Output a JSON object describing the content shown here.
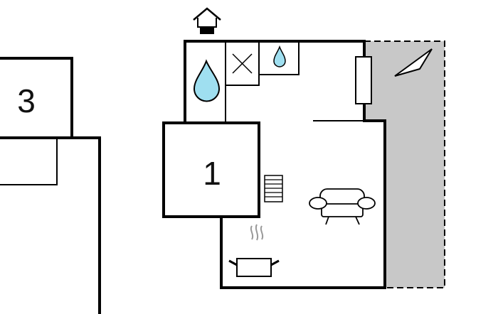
{
  "plan": {
    "rooms": [
      {
        "id": "room-3",
        "label": "3"
      },
      {
        "id": "room-1",
        "label": "1"
      }
    ],
    "icons": [
      "entrance-house-icon",
      "shower-drop-icon",
      "toilet-cross-icon",
      "sink-drop-icon",
      "wardrobe-icon",
      "stairs-icon",
      "sofa-icon",
      "cooking-pot-icon",
      "terrace-triangle-icon"
    ],
    "colors": {
      "wall": "#000000",
      "water": "#9fdff0",
      "terrace": "#c8c8c8",
      "steam": "#999999"
    }
  }
}
